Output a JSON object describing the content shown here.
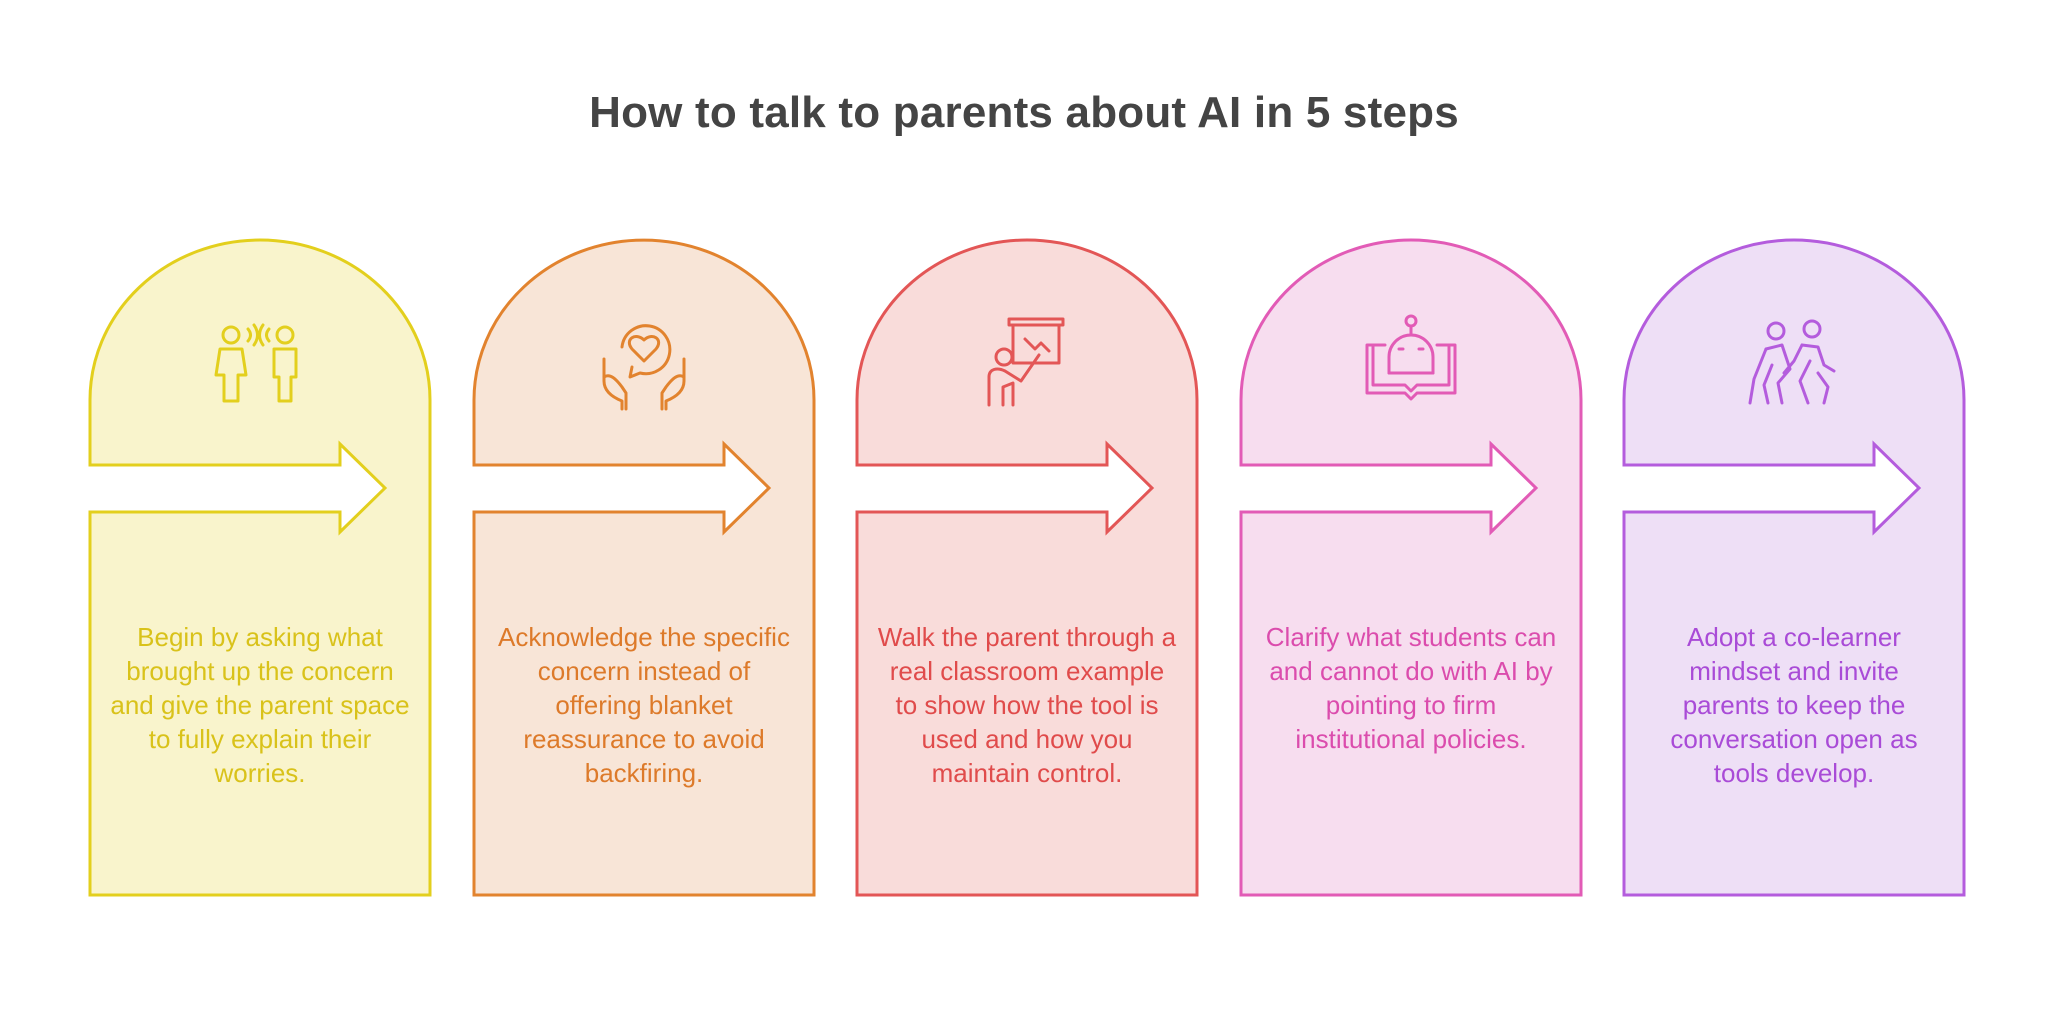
{
  "title": "How to talk to parents about AI in 5 steps",
  "steps": [
    {
      "text": "Begin by asking what brought up the concern and give the parent space to fully explain their worries.",
      "icon": "two-people-talking-icon",
      "stroke": "#E3CF1D",
      "fill": "#F9F4CC",
      "text_color": "#D9C21A"
    },
    {
      "text": "Acknowledge the specific concern instead of offering blanket reassurance to avoid backfiring.",
      "icon": "hands-holding-heart-icon",
      "stroke": "#E2832E",
      "fill": "#F8E5D7",
      "text_color": "#DD7A2A"
    },
    {
      "text": "Walk the parent through a real classroom example to show how the tool is used and how you maintain control.",
      "icon": "presenter-board-icon",
      "stroke": "#E35656",
      "fill": "#F9DCDA",
      "text_color": "#E04B4B"
    },
    {
      "text": "Clarify what students can and cannot do with AI by pointing to firm institutional policies.",
      "icon": "robot-book-icon",
      "stroke": "#E25BB6",
      "fill": "#F7DDEF",
      "text_color": "#DB4CAD"
    },
    {
      "text": "Adopt a co-learner mindset and invite parents to keep the conversation open as tools develop.",
      "icon": "walking-together-icon",
      "stroke": "#B45CDD",
      "fill": "#EEDFF6",
      "text_color": "#A94BD7"
    }
  ]
}
